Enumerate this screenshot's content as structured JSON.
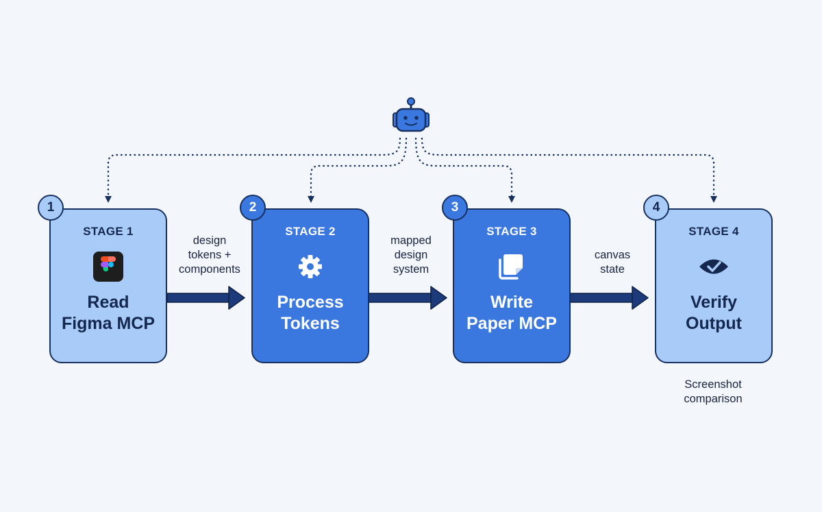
{
  "stages": [
    {
      "number": "1",
      "label": "STAGE 1",
      "title": "Read\nFigma MCP",
      "icon": "figma-icon",
      "variant": "light"
    },
    {
      "number": "2",
      "label": "STAGE 2",
      "title": "Process\nTokens",
      "icon": "gear-icon",
      "variant": "dark"
    },
    {
      "number": "3",
      "label": "STAGE 3",
      "title": "Write\nPaper MCP",
      "icon": "paper-stack-icon",
      "variant": "dark"
    },
    {
      "number": "4",
      "label": "STAGE 4",
      "title": "Verify\nOutput",
      "icon": "eye-check-icon",
      "variant": "light"
    }
  ],
  "flows": [
    {
      "label": "design\ntokens +\ncomponents"
    },
    {
      "label": "mapped\ndesign\nsystem"
    },
    {
      "label": "canvas\nstate"
    }
  ],
  "note": "Screenshot\ncomparison",
  "agent_icon": "robot-icon",
  "colors": {
    "background": "#f3f6fb",
    "light_box": "#a9cbf8",
    "dark_box": "#3a78e0",
    "outline": "#17305f",
    "arrow": "#1d3a7a",
    "robot": "#3a78e0"
  }
}
